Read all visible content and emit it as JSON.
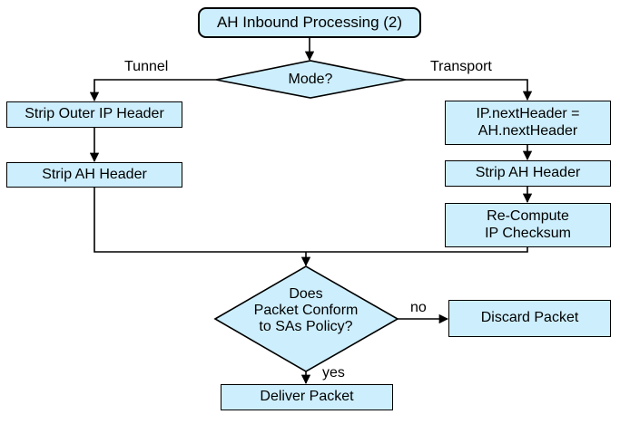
{
  "diagram": {
    "title": "AH Inbound Processing (2)",
    "background": "#ffffff",
    "node_fill": "#cdeefc",
    "node_stroke": "#000000",
    "nodes": {
      "start": {
        "label": "AH Inbound Processing (2)",
        "shape": "rounded-rectangle"
      },
      "mode_decision": {
        "label": "Mode?",
        "shape": "diamond"
      },
      "strip_outer_ip_header": {
        "label": "Strip Outer IP Header",
        "shape": "rectangle"
      },
      "strip_ah_header_tunnel": {
        "label": "Strip AH Header",
        "shape": "rectangle"
      },
      "ip_next_header": {
        "label": "IP.nextHeader =\nAH.nextHeader",
        "shape": "rectangle"
      },
      "strip_ah_header_transport": {
        "label": "Strip AH Header",
        "shape": "rectangle"
      },
      "recompute_checksum": {
        "label": "Re-Compute\nIP Checksum",
        "shape": "rectangle"
      },
      "policy_decision": {
        "label": "Does\nPacket Conform\nto SAs Policy?",
        "shape": "diamond"
      },
      "discard_packet": {
        "label": "Discard Packet",
        "shape": "rectangle"
      },
      "deliver_packet": {
        "label": "Deliver Packet",
        "shape": "rectangle"
      }
    },
    "edge_labels": {
      "tunnel": "Tunnel",
      "transport": "Transport",
      "no": "no",
      "yes": "yes"
    }
  }
}
